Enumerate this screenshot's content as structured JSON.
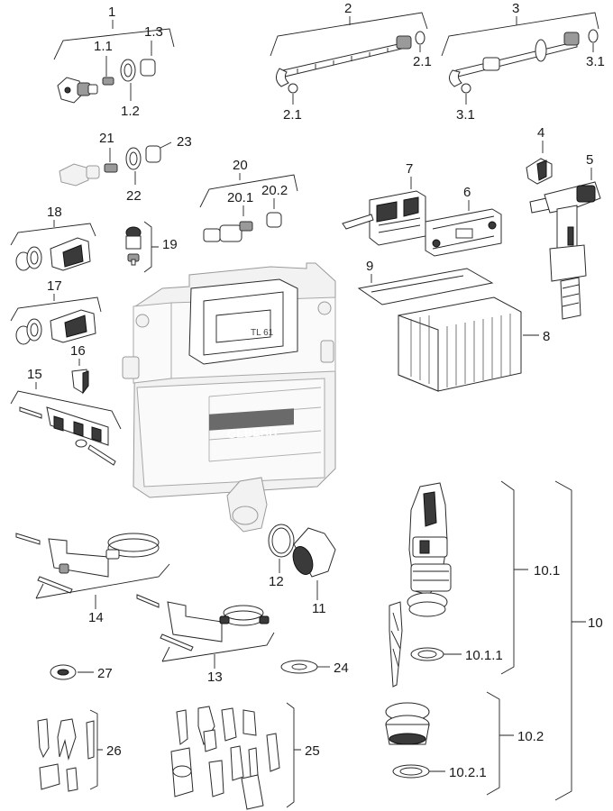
{
  "labels": {
    "l1": "1",
    "l1_1": "1.1",
    "l1_2": "1.2",
    "l1_3": "1.3",
    "l2": "2",
    "l2_1a": "2.1",
    "l2_1b": "2.1",
    "l3": "3",
    "l3_1a": "3.1",
    "l3_1b": "3.1",
    "l4": "4",
    "l5": "5",
    "l6": "6",
    "l7": "7",
    "l8": "8",
    "l9": "9",
    "l10": "10",
    "l10_1": "10.1",
    "l10_1_1": "10.1.1",
    "l10_2": "10.2",
    "l10_2_1": "10.2.1",
    "l11": "11",
    "l12": "12",
    "l13": "13",
    "l14": "14",
    "l15": "15",
    "l16": "16",
    "l17": "17",
    "l18": "18",
    "l19": "19",
    "l20": "20",
    "l20_1": "20.1",
    "l20_2": "20.2",
    "l21": "21",
    "l22": "22",
    "l23": "23",
    "l24": "24",
    "l25": "25",
    "l26": "26",
    "l27": "27"
  },
  "brand": {
    "cistern_logo": "GEBERIT",
    "valve_text": "TL 61"
  },
  "colors": {
    "line": "#222222",
    "ghost": "#9a9a9a",
    "dark_part": "#3a3a3a",
    "background": "#ffffff"
  }
}
